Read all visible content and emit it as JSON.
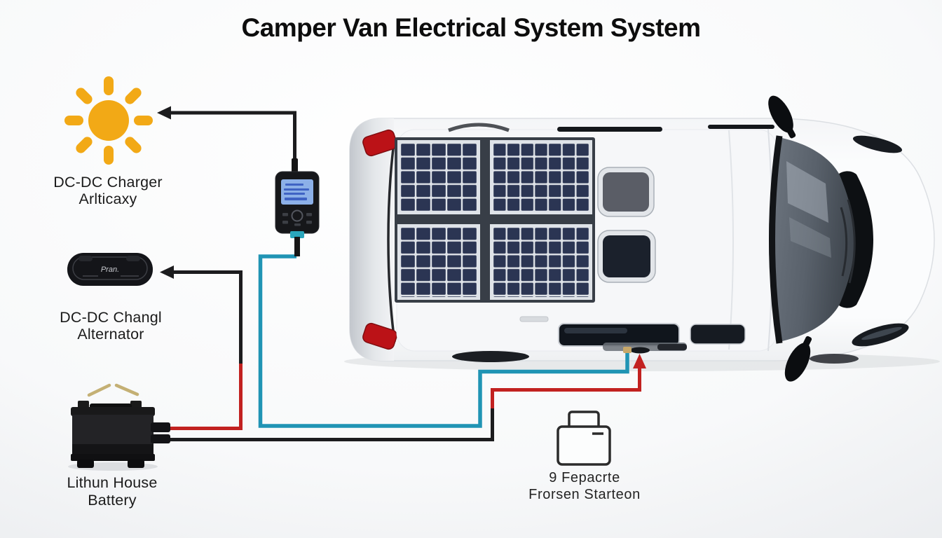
{
  "title": "Camper Van Electrical System System",
  "labels": {
    "solar": {
      "line1": "DC-DC Charger",
      "line2": "Arlticaxy"
    },
    "alternator": {
      "line1": "DC-DC Changl",
      "line2": "Alternator"
    },
    "battery": {
      "line1": "Lithun House",
      "line2": "Battery"
    },
    "power_station": {
      "line1": "9 Fepacrte",
      "line2": "Frorsen Starteon"
    }
  },
  "devices": {
    "alternator_text": "Pran."
  },
  "icons": {
    "solar_source": "sun-icon",
    "charger": "dcdc-charger-device",
    "alternator": "alternator-device",
    "house_battery": "battery-icon",
    "power_station": "power-station-icon",
    "vehicle": "van-top-view"
  },
  "colors": {
    "wire_black": "#1c1c1e",
    "wire_red": "#c22120",
    "wire_teal": "#2094b4",
    "sun_yellow": "#f2a916",
    "solar_cell": "#2b3553",
    "connector_tan": "#c7a769"
  }
}
